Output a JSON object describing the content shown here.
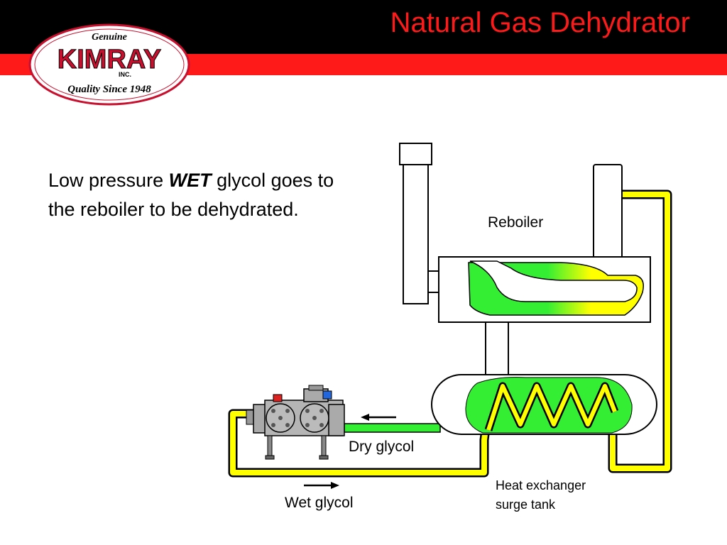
{
  "header": {
    "title": "Natural Gas Dehydrator"
  },
  "logo": {
    "top_text": "Genuine",
    "brand": "KIMRAY",
    "sub": "INC.",
    "tagline": "Quality Since 1948"
  },
  "body": {
    "pre": "Low pressure ",
    "emphasis": "WET",
    "post": " glycol goes to the reboiler to be dehydrated."
  },
  "labels": {
    "reboiler": "Reboiler",
    "dry_glycol": "Dry glycol",
    "wet_glycol": "Wet glycol",
    "heat_exchanger_line1": "Heat exchanger",
    "heat_exchanger_line2": "surge tank"
  },
  "colors": {
    "wet_glycol": "#ffff00",
    "dry_glycol": "#33ee33",
    "header_red": "#ff1a1a",
    "header_black": "#000000"
  }
}
